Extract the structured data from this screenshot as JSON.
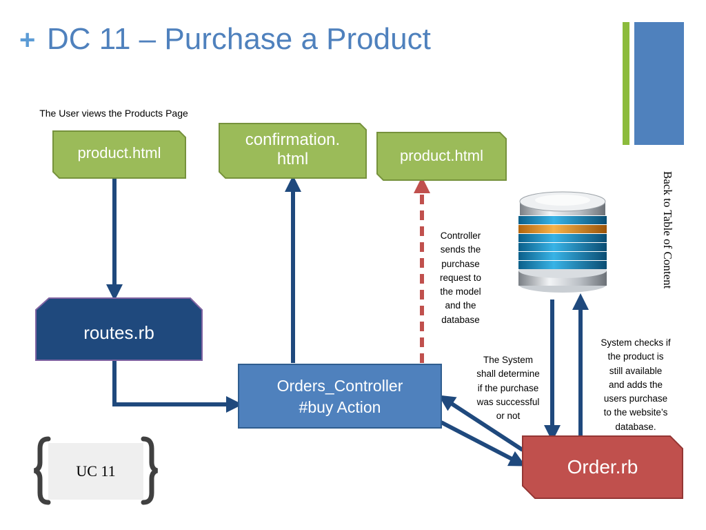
{
  "title": {
    "prefix": "+",
    "text": "DC 11 – Purchase a Product"
  },
  "side_link": "Back to Table of Content",
  "annotations": {
    "views_products": "The User views the Products Page",
    "controller_sends": "Controller\nsends  the\npurchase\nrequest to\nthe model\nand the\ndatabase",
    "system_determine": "The System\nshall determine\nif the purchase\nwas successful\nor not",
    "system_checks": "System checks if\nthe product is\nstill available\nand adds  the\nusers purchase\nto the website’s\ndatabase."
  },
  "nodes": {
    "product_html_1": "product.html",
    "confirmation_html": "confirmation.\nhtml",
    "product_html_2": "product.html",
    "routes_rb": "routes.rb",
    "orders_controller": "Orders_Controller\n#buy Action",
    "order_rb": "Order.rb"
  },
  "uc_badge": "UC 11",
  "colors": {
    "title": "#4f81bd",
    "green_box": "#9bbb59",
    "green_border": "#76923c",
    "routes_fill": "#1f497d",
    "routes_border": "#8064a2",
    "controller_fill": "#4f81bd",
    "order_fill": "#c0504d",
    "arrow_blue": "#1f497d",
    "arrow_red_dashed": "#c0504d"
  }
}
